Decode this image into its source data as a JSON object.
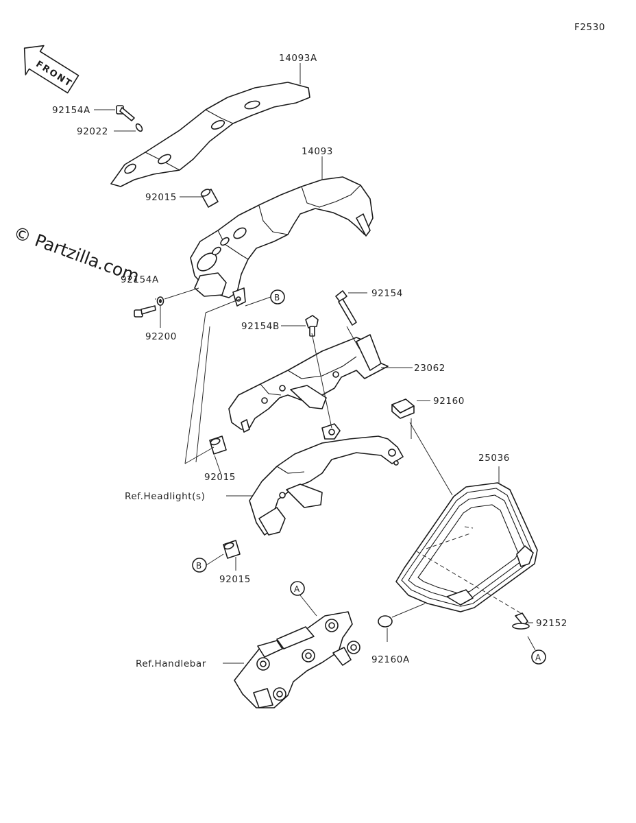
{
  "figure_code": "F2530",
  "watermark": "© Partzilla.com",
  "front_arrow": "FRONT",
  "parts": {
    "p14093A": "14093A",
    "p92154A_top": "92154A",
    "p92022": "92022",
    "p14093": "14093",
    "p92015_a": "92015",
    "p92154A_left": "92154A",
    "p92200": "92200",
    "p92154": "92154",
    "p92154B": "92154B",
    "p23062": "23062",
    "p92160": "92160",
    "p92015_b": "92015",
    "p25036": "25036",
    "ref_headlight": "Ref.Headlight(s)",
    "p92015_c": "92015",
    "p92152": "92152",
    "p92160A": "92160A",
    "ref_handlebar": "Ref.Handlebar"
  },
  "callouts": {
    "b_top": "B",
    "b_bottom": "B",
    "a_top": "A",
    "a_bottom": "A"
  },
  "icons": [
    "front-arrow-icon"
  ]
}
